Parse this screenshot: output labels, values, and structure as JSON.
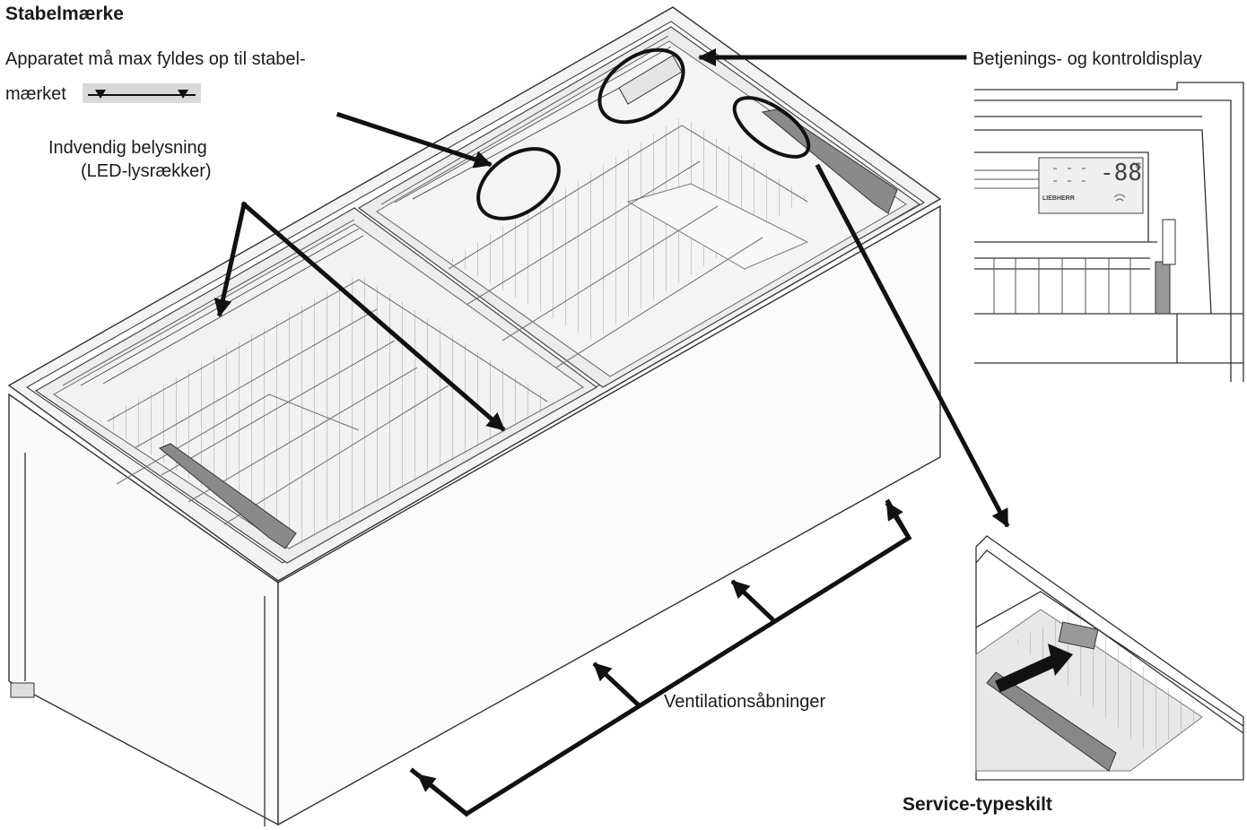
{
  "labels": {
    "stack_heading": "Stabelmærke",
    "stack_text_line1": "Apparatet må max fyldes op til stabel-",
    "stack_text_line2": "mærket",
    "lighting_line1": "Indvendig belysning",
    "lighting_line2": "(LED-lysrækker)",
    "display_label": "Betjenings- og kontroldisplay",
    "ventilation_label": "Ventilationsåbninger",
    "service_label": "Service-typeskilt"
  },
  "display_panel": {
    "digits": "-88",
    "unit": "°C",
    "brand": "LIEBHERR"
  }
}
